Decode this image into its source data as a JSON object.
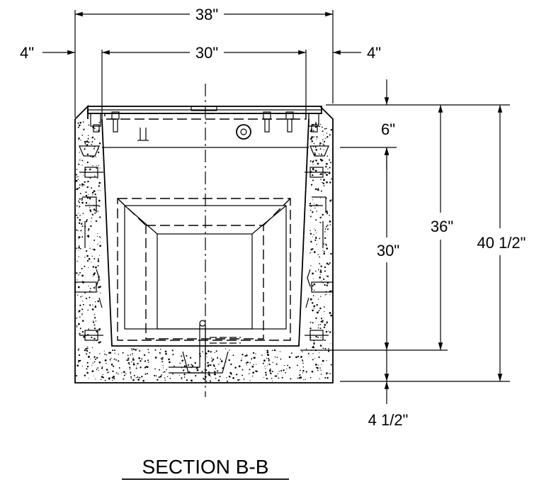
{
  "dimensions": {
    "overall_width": "38\"",
    "left_wall": "4\"",
    "inner_width": "30\"",
    "right_wall": "4\"",
    "top_slab": "6\"",
    "inner_height": "30\"",
    "mid_height": "36\"",
    "overall_height": "40 1/2\"",
    "bottom_slab": "4 1/2\""
  },
  "title": "SECTION B-B"
}
